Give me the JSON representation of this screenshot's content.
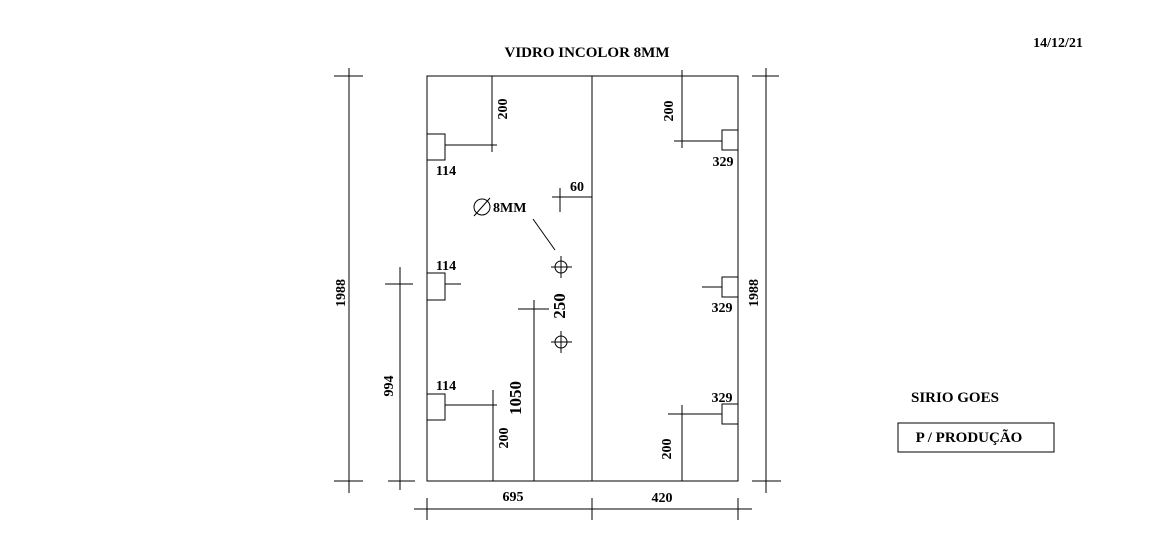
{
  "header": {
    "title": "VIDRO INCOLOR 8MM",
    "date": "14/12/21"
  },
  "client": {
    "name": "SIRIO GOES",
    "stamp": "P / PRODUÇÃO"
  },
  "dimensions": {
    "height_left": "1988",
    "height_right": "1988",
    "lower_height": "994",
    "width_left": "695",
    "width_right": "420",
    "hole_diameter": "8MM",
    "hole_from_joint": "60",
    "hole_spacing": "250",
    "hole_height": "1050"
  },
  "hinges_left": [
    {
      "label": "114",
      "offset": "200"
    },
    {
      "label": "114"
    },
    {
      "label": "114",
      "offset": "200"
    }
  ],
  "hinges_right": [
    {
      "label": "329",
      "offset": "200"
    },
    {
      "label": "329"
    },
    {
      "label": "329",
      "offset": "200"
    }
  ]
}
